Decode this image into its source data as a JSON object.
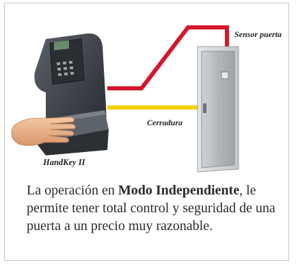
{
  "labels": {
    "sensor": "Sensor puerta",
    "cerradura": "Cerradura",
    "device": "HandKey II"
  },
  "description": {
    "part1": "La operación en ",
    "highlight": "Modo Independiente",
    "part2": ", le permite tener total control y segur­idad de una puerta a un precio muy razonable."
  },
  "colors": {
    "sensor_wire": "#d5172b",
    "lock_wire": "#f2d100",
    "door": "#b8bcc0",
    "device_body": "#3a3e44"
  },
  "icons": {
    "device": "hand-reader-icon",
    "door": "door-icon",
    "hand": "hand-icon"
  }
}
